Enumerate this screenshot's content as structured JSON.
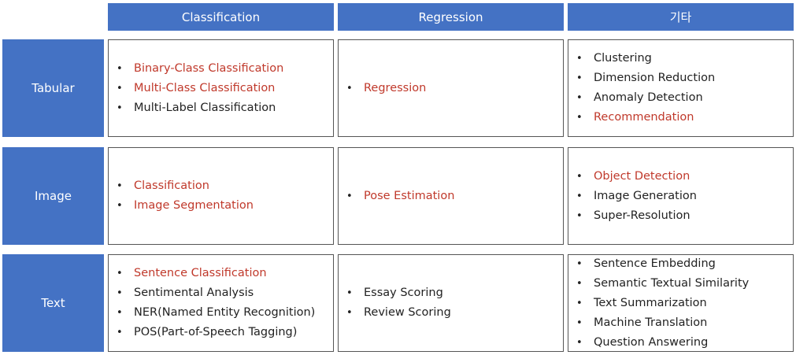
{
  "headers": {
    "col1": "Classification",
    "col2": "Regression",
    "col3": "기타"
  },
  "rows": [
    {
      "label": "Tabular",
      "cells": [
        [
          {
            "text": "Binary-Class Classification",
            "highlight": true
          },
          {
            "text": "Multi-Class Classification",
            "highlight": true
          },
          {
            "text": "Multi-Label Classification",
            "highlight": false
          }
        ],
        [
          {
            "text": "Regression",
            "highlight": true
          }
        ],
        [
          {
            "text": "Clustering",
            "highlight": false
          },
          {
            "text": "Dimension Reduction",
            "highlight": false
          },
          {
            "text": "Anomaly Detection",
            "highlight": false
          },
          {
            "text": "Recommendation",
            "highlight": true
          }
        ]
      ]
    },
    {
      "label": "Image",
      "cells": [
        [
          {
            "text": "Classification",
            "highlight": true
          },
          {
            "text": "Image Segmentation",
            "highlight": true
          }
        ],
        [
          {
            "text": "Pose Estimation",
            "highlight": true
          }
        ],
        [
          {
            "text": "Object Detection",
            "highlight": true
          },
          {
            "text": "Image Generation",
            "highlight": false
          },
          {
            "text": "Super-Resolution",
            "highlight": false
          }
        ]
      ]
    },
    {
      "label": "Text",
      "cells": [
        [
          {
            "text": "Sentence Classification",
            "highlight": true
          },
          {
            "text": "Sentimental Analysis",
            "highlight": false
          },
          {
            "text": "NER(Named Entity Recognition)",
            "highlight": false
          },
          {
            "text": "POS(Part-of-Speech Tagging)",
            "highlight": false
          }
        ],
        [
          {
            "text": "Essay Scoring",
            "highlight": false
          },
          {
            "text": "Review Scoring",
            "highlight": false
          }
        ],
        [
          {
            "text": "Sentence Embedding",
            "highlight": false
          },
          {
            "text": "Semantic Textual Similarity",
            "highlight": false
          },
          {
            "text": "Text Summarization",
            "highlight": false
          },
          {
            "text": "Machine Translation",
            "highlight": false
          },
          {
            "text": "Question Answering",
            "highlight": false
          }
        ]
      ]
    }
  ],
  "colors": {
    "header_bg": "#4472c4",
    "header_text": "#ffffff",
    "highlight_text": "#c0392b",
    "normal_text": "#222222"
  }
}
